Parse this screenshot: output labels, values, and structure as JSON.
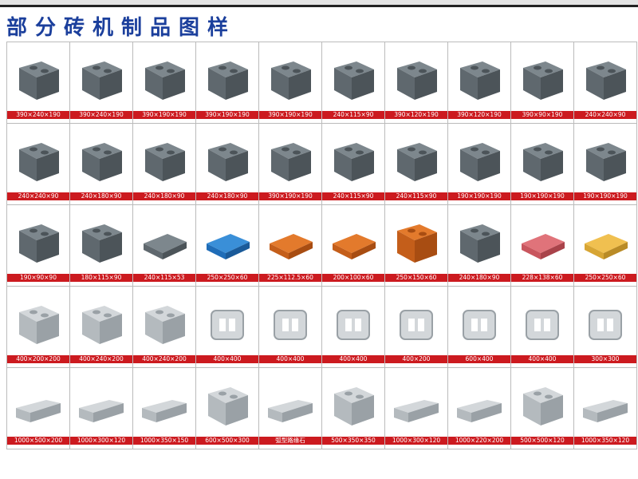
{
  "title": "部分砖机制品图样",
  "colors": {
    "title": "#1b3f9c",
    "label_band": "#cc1a1f",
    "block": "#6f7a80"
  },
  "products": [
    {
      "size": "390×240×190",
      "color": "gray",
      "shape": "block"
    },
    {
      "size": "390×240×190",
      "color": "gray",
      "shape": "block"
    },
    {
      "size": "390×190×190",
      "color": "gray",
      "shape": "block"
    },
    {
      "size": "390×190×190",
      "color": "gray",
      "shape": "block"
    },
    {
      "size": "390×190×190",
      "color": "gray",
      "shape": "block"
    },
    {
      "size": "240×115×90",
      "color": "gray",
      "shape": "block"
    },
    {
      "size": "390×120×190",
      "color": "gray",
      "shape": "block"
    },
    {
      "size": "390×120×190",
      "color": "gray",
      "shape": "block"
    },
    {
      "size": "390×90×190",
      "color": "gray",
      "shape": "block"
    },
    {
      "size": "240×240×90",
      "color": "gray",
      "shape": "block"
    },
    {
      "size": "240×240×90",
      "color": "gray",
      "shape": "block"
    },
    {
      "size": "240×180×90",
      "color": "gray",
      "shape": "block"
    },
    {
      "size": "240×180×90",
      "color": "gray",
      "shape": "block"
    },
    {
      "size": "240×180×90",
      "color": "gray",
      "shape": "block"
    },
    {
      "size": "390×190×190",
      "color": "gray",
      "shape": "block"
    },
    {
      "size": "240×115×90",
      "color": "gray",
      "shape": "block"
    },
    {
      "size": "240×115×90",
      "color": "gray",
      "shape": "block"
    },
    {
      "size": "190×190×190",
      "color": "gray",
      "shape": "block"
    },
    {
      "size": "190×190×190",
      "color": "gray",
      "shape": "block"
    },
    {
      "size": "190×190×190",
      "color": "gray",
      "shape": "block"
    },
    {
      "size": "190×90×90",
      "color": "gray",
      "shape": "block"
    },
    {
      "size": "180×115×90",
      "color": "gray",
      "shape": "block"
    },
    {
      "size": "240×115×53",
      "color": "gray",
      "shape": "flat"
    },
    {
      "size": "250×250×60",
      "color": "blue",
      "shape": "flat"
    },
    {
      "size": "225×112.5×60",
      "color": "orange",
      "shape": "flat"
    },
    {
      "size": "200×100×60",
      "color": "orange",
      "shape": "flat"
    },
    {
      "size": "250×150×60",
      "color": "orange",
      "shape": "block"
    },
    {
      "size": "240×180×90",
      "color": "gray",
      "shape": "block"
    },
    {
      "size": "228×138×60",
      "color": "red",
      "shape": "flat"
    },
    {
      "size": "250×250×60",
      "color": "yellow",
      "shape": "flat"
    },
    {
      "size": "400×200×200",
      "color": "light",
      "shape": "block"
    },
    {
      "size": "400×240×200",
      "color": "light",
      "shape": "block"
    },
    {
      "size": "400×240×200",
      "color": "light",
      "shape": "block"
    },
    {
      "size": "400×400",
      "color": "light",
      "shape": "grass"
    },
    {
      "size": "400×400",
      "color": "light",
      "shape": "grass"
    },
    {
      "size": "400×400",
      "color": "light",
      "shape": "grass"
    },
    {
      "size": "400×200",
      "color": "light",
      "shape": "grass"
    },
    {
      "size": "600×400",
      "color": "light",
      "shape": "grass"
    },
    {
      "size": "400×400",
      "color": "light",
      "shape": "grass"
    },
    {
      "size": "300×300",
      "color": "light",
      "shape": "grass"
    },
    {
      "size": "1000×500×200",
      "color": "light",
      "shape": "curb"
    },
    {
      "size": "1000×300×120",
      "color": "light",
      "shape": "curb"
    },
    {
      "size": "1000×350×150",
      "color": "light",
      "shape": "curb"
    },
    {
      "size": "600×500×300",
      "color": "light",
      "shape": "block"
    },
    {
      "size": "弧型路缘石",
      "color": "light",
      "shape": "curb"
    },
    {
      "size": "500×350×350",
      "color": "light",
      "shape": "block"
    },
    {
      "size": "1000×300×120",
      "color": "light",
      "shape": "curb"
    },
    {
      "size": "1000×220×200",
      "color": "light",
      "shape": "curb"
    },
    {
      "size": "500×500×120",
      "color": "light",
      "shape": "block"
    },
    {
      "size": "1000×350×120",
      "color": "light",
      "shape": "curb"
    }
  ]
}
